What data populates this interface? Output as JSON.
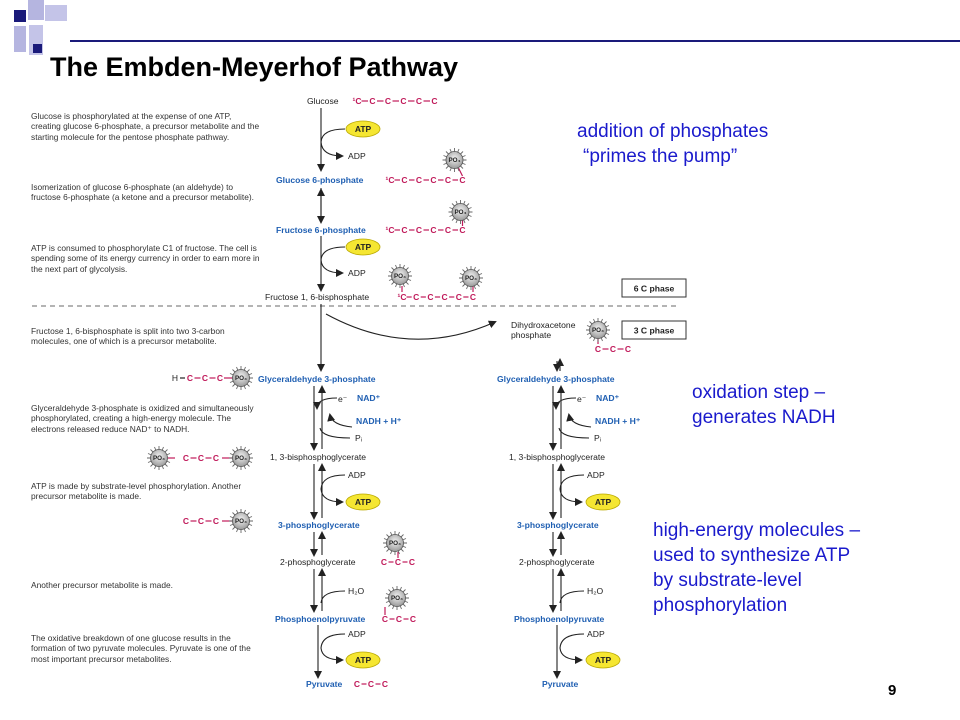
{
  "slide": {
    "title": "The Embden-Meyerhof Pathway",
    "page_number": "9"
  },
  "annotations": [
    "addition of phosphates\n“primes the pump”",
    "oxidation step –\ngenerates NADH",
    "high-energy molecules –\nused to synthesize ATP\nby substrate-level\nphosphorylation"
  ],
  "descriptions": [
    "Glucose is phosphorylated at the expense of one ATP, creating glucose 6-phosphate, a precursor metabolite and the starting molecule for the pentose phosphate pathway.",
    "Isomerization of glucose 6-phosphate (an aldehyde) to fructose 6-phosphate (a ketone and a precursor metabolite).",
    "ATP is consumed to phosphorylate C1 of fructose. The cell is spending some of its energy currency in order to earn more in the next part of glycolysis.",
    "Fructose 1, 6-bisphosphate is split into two 3-carbon molecules, one of which is a precursor metabolite.",
    "Glyceraldehyde 3-phosphate is oxidized and simultaneously phosphorylated, creating a high-energy molecule. The electrons released reduce NAD⁺ to NADH.",
    "ATP is made by substrate-level phosphorylation. Another precursor metabolite is made.",
    "Another precursor metabolite is made.",
    "The oxidative breakdown of one glucose results in the formation of two pyruvate molecules. Pyruvate is one of the most important precursor metabolites."
  ],
  "phases": {
    "six_carbon": "6 C phase",
    "three_carbon": "3 C phase"
  },
  "metabolites": {
    "glucose": "Glucose",
    "glucose_6p": "Glucose 6-phosphate",
    "fructose_6p": "Fructose 6-phosphate",
    "fructose_16bp": "Fructose 1, 6-bisphosphate",
    "dhap": "Dihydroxacetone\nphosphate",
    "g3p": "Glyceraldehyde 3-phosphate",
    "bpg13": "1, 3-bisphosphoglycerate",
    "pg3": "3-phosphoglycerate",
    "pg2": "2-phosphoglycerate",
    "pep": "Phosphoenolpyruvate",
    "pyruvate": "Pyruvate"
  },
  "cofactors": {
    "atp": "ATP",
    "adp": "ADP",
    "nad": "NAD⁺",
    "nadh": "NADH + H⁺",
    "electron": "e⁻",
    "pi": "Pᵢ",
    "water": "H₂O"
  },
  "molecule_labels": {
    "carbon": "C",
    "phosphate": "PO₄",
    "hydrogen": "H",
    "carbon_1": "¹C"
  },
  "colors": {
    "title_text": "#000000",
    "annotation_text": "#1a1acc",
    "metabolite_highlight": "#1f5fb2",
    "carbon": "#c01a5a",
    "atp_fill": "#f5e632",
    "decor_navy": "#1a1a7a",
    "decor_light": "#b5b5e0"
  }
}
